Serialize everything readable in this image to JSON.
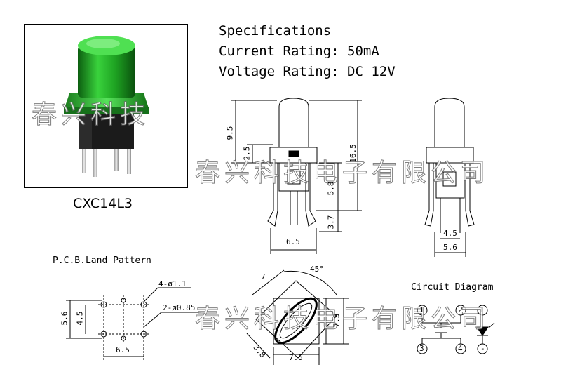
{
  "specs": {
    "title": "Specifications",
    "current": "Current Rating: 50mA",
    "voltage": "Voltage Rating: DC 12V"
  },
  "product": {
    "model": "CXC14L3",
    "led_color": "#1fae24"
  },
  "watermark": {
    "text": "春兴科技电子有限公司",
    "short": "春兴科技"
  },
  "pcb": {
    "title": "P.C.B.Land Pattern",
    "hole_large": "4-ø1.1",
    "hole_small": "2-ø0.85",
    "dim_height_outer": "5.6",
    "dim_height_inner": "4.5",
    "dim_width": "6.5"
  },
  "front_view": {
    "total_height": "16.5",
    "cap_height": "9.5",
    "body_height": "2.5",
    "pin_height": "5.8",
    "lead_height": "3.7",
    "width": "6.5"
  },
  "side_view": {
    "inner_width": "4.5",
    "outer_width": "5.6"
  },
  "top_view": {
    "diag": "7",
    "angle": "45°",
    "width": "7.5",
    "height": "7.5",
    "slot": "3.8"
  },
  "circuit": {
    "title": "Circuit Diagram",
    "pins": [
      "1",
      "2",
      "3",
      "4"
    ],
    "led_plus": "+",
    "led_minus": "-"
  }
}
